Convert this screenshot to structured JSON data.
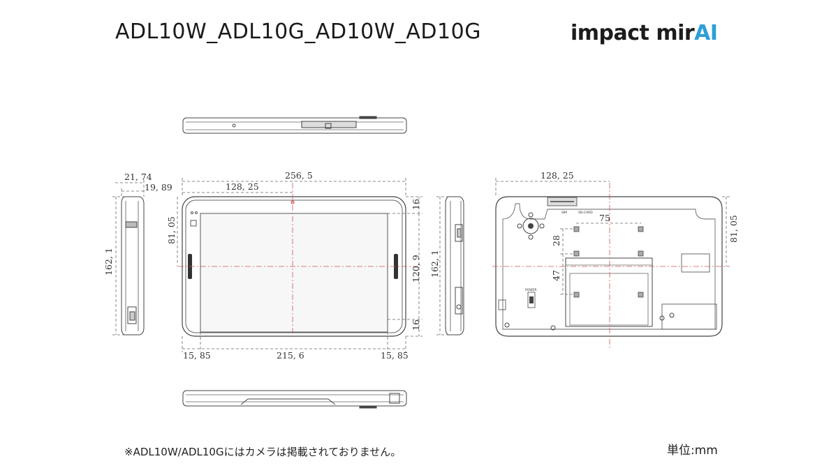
{
  "title": "ADL10W_ADL10G_AD10W_AD10G",
  "logo": {
    "main": "impact mir",
    "accent": "AI",
    "accent_color": "#2f9fd6"
  },
  "footnote": "※ADL10W/ADL10Gにはカメラは掲載されておりません。",
  "unit": "単位:mm",
  "dimensions": {
    "side_left_thickness_a": "21, 74",
    "side_left_thickness_b": "19, 89",
    "side_left_height": "162, 1",
    "front_width": "256, 5",
    "front_half_width": "128, 25",
    "front_half_height": "81, 05",
    "front_screen_height": "120, 9",
    "front_top_margin": "16",
    "front_bottom_margin": "16",
    "front_left_margin": "15, 85",
    "front_screen_width": "215, 6",
    "front_right_margin": "15, 85",
    "side_right_height": "162, 1",
    "back_half_width": "128, 25",
    "back_half_height": "81, 05",
    "vesa_h": "75",
    "vesa_v": "28",
    "vesa_offset": "47"
  },
  "back_labels": {
    "sim": "SIM",
    "sd": "SD-CARD",
    "power": "POWER"
  }
}
